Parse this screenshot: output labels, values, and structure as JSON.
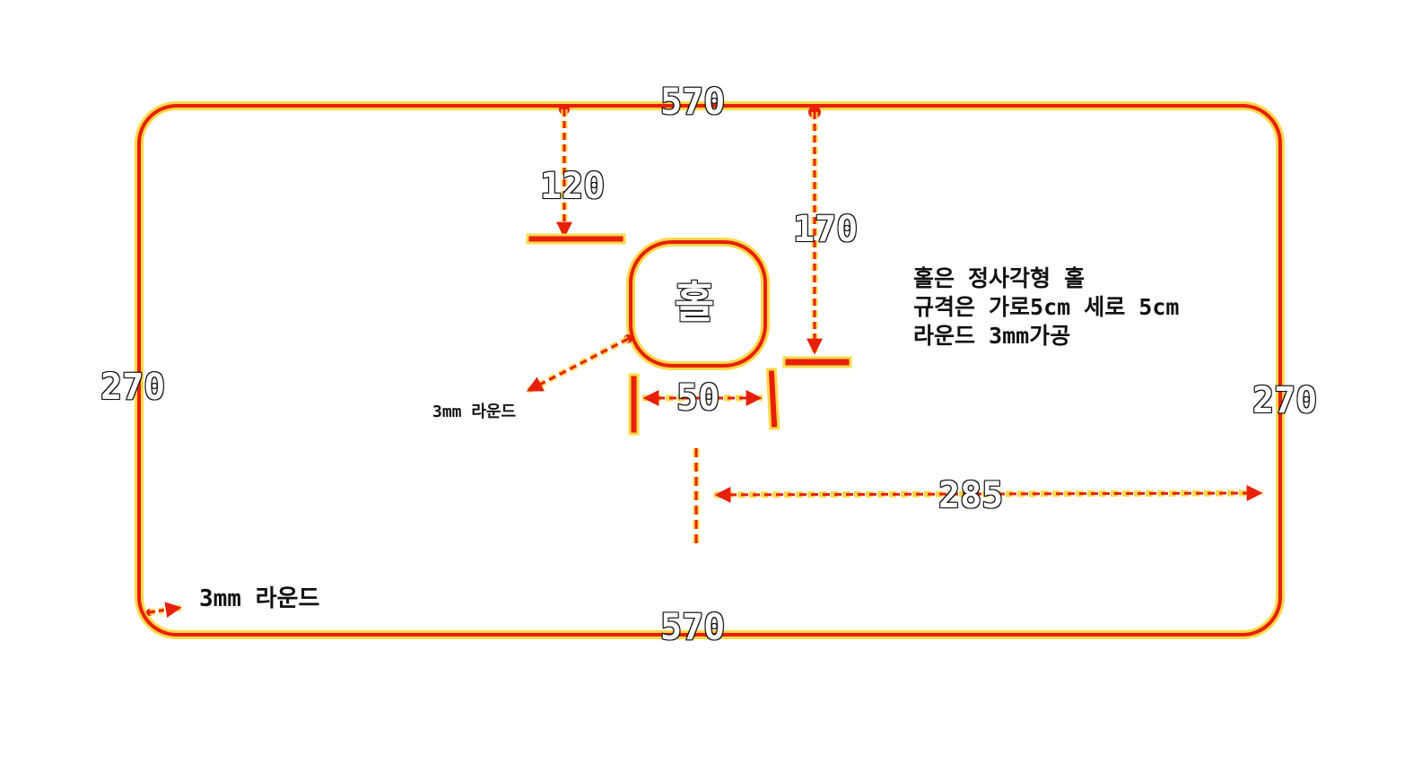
{
  "dimensions": {
    "width_top": "570",
    "width_bottom": "570",
    "height_left": "270",
    "height_right": "270",
    "hole_top_offset_a": "120",
    "hole_top_offset_b": "170",
    "hole_size": "50",
    "hole_right_offset": "285"
  },
  "hole_label": "홀",
  "notes": {
    "hole_round": "3mm 라운드",
    "corner_round": "3mm 라운드",
    "spec_lines": [
      "홀은 정사각형 홀",
      "규격은 가로5cm 세로 5cm",
      "라운드 3mm가공"
    ]
  },
  "colors": {
    "outline": "#e8200a",
    "glow": "#ffd84a",
    "text": "#111111"
  }
}
